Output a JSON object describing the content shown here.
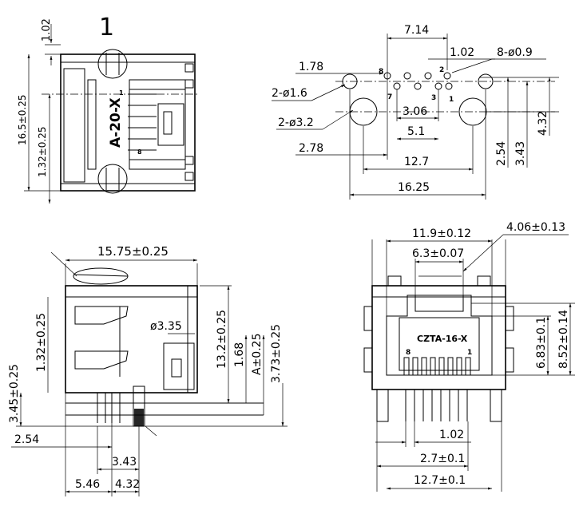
{
  "views": {
    "top_view": {
      "sheet_number": "1",
      "part_label": "A-20-X",
      "pin_8": "8",
      "pin_1": "1",
      "dims": {
        "top_gap": "1.02",
        "height": "16.5±0.25",
        "inner": "1.32±0.25"
      }
    },
    "pcb_layout": {
      "dims": {
        "width_total": "7.14",
        "pitch": "1.02",
        "pin_holes": "8-ø0.9",
        "offset_left": "1.78",
        "mount_holes": "2-ø1.6",
        "post_holes": "2-ø3.2",
        "row_offset": "2.78",
        "row_pitch": "3.06",
        "pin_span": "5.1",
        "post_spacing": "12.7",
        "overall": "16.25",
        "h1": "2.54",
        "h2": "3.43",
        "h3": "4.32"
      },
      "pins": {
        "p8": "8",
        "p7": "7",
        "p2": "2",
        "p3": "3",
        "p1": "1"
      }
    },
    "side_view": {
      "dims": {
        "length": "15.75±0.25",
        "height_left": "1.32±0.25",
        "led_dia": "ø3.35",
        "h_13_2": "13.2±0.25",
        "h_1_68": "1.68",
        "h_a": "A±0.25",
        "h_3_73": "3.73±0.25",
        "pin_len": "3.45±0.25",
        "x_2_54": "2.54",
        "x_3_43": "3.43",
        "x_5_46": "5.46",
        "x_4_32": "4.32"
      }
    },
    "front_view": {
      "part_label": "CZTA-16-X",
      "pin_8": "8",
      "pin_1": "1",
      "dims": {
        "width_outer": "11.9±0.12",
        "tab_width": "4.06±0.13",
        "opening": "6.3±0.07",
        "h_6_83": "6.83±0.1",
        "h_8_52": "8.52±0.14",
        "pitch": "1.02",
        "pin_row": "2.7±0.1",
        "pin_span": "12.7±0.1"
      }
    }
  }
}
